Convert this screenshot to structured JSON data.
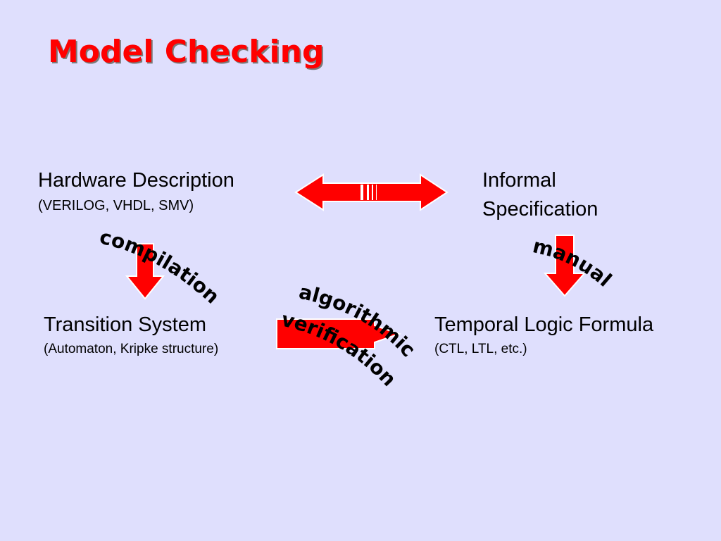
{
  "title": "Model Checking",
  "hardware": {
    "line1": "Hardware Description",
    "line2": "(VERILOG, VHDL, SMV)"
  },
  "informal": {
    "line1": "Informal",
    "line2": "Specification"
  },
  "transition": {
    "line1": "Transition System",
    "line2": "(Automaton, Kripke structure)"
  },
  "temporal": {
    "line1": "Temporal Logic Formula",
    "line2": "(CTL, LTL, etc.)"
  },
  "labels": {
    "compilation": "compilation",
    "manual": "manual",
    "algorithmic": "algorithmic",
    "verification": "verification"
  },
  "colors": {
    "arrow": "#ff0000",
    "title": "#ff0000",
    "background": "#dfdffd"
  }
}
